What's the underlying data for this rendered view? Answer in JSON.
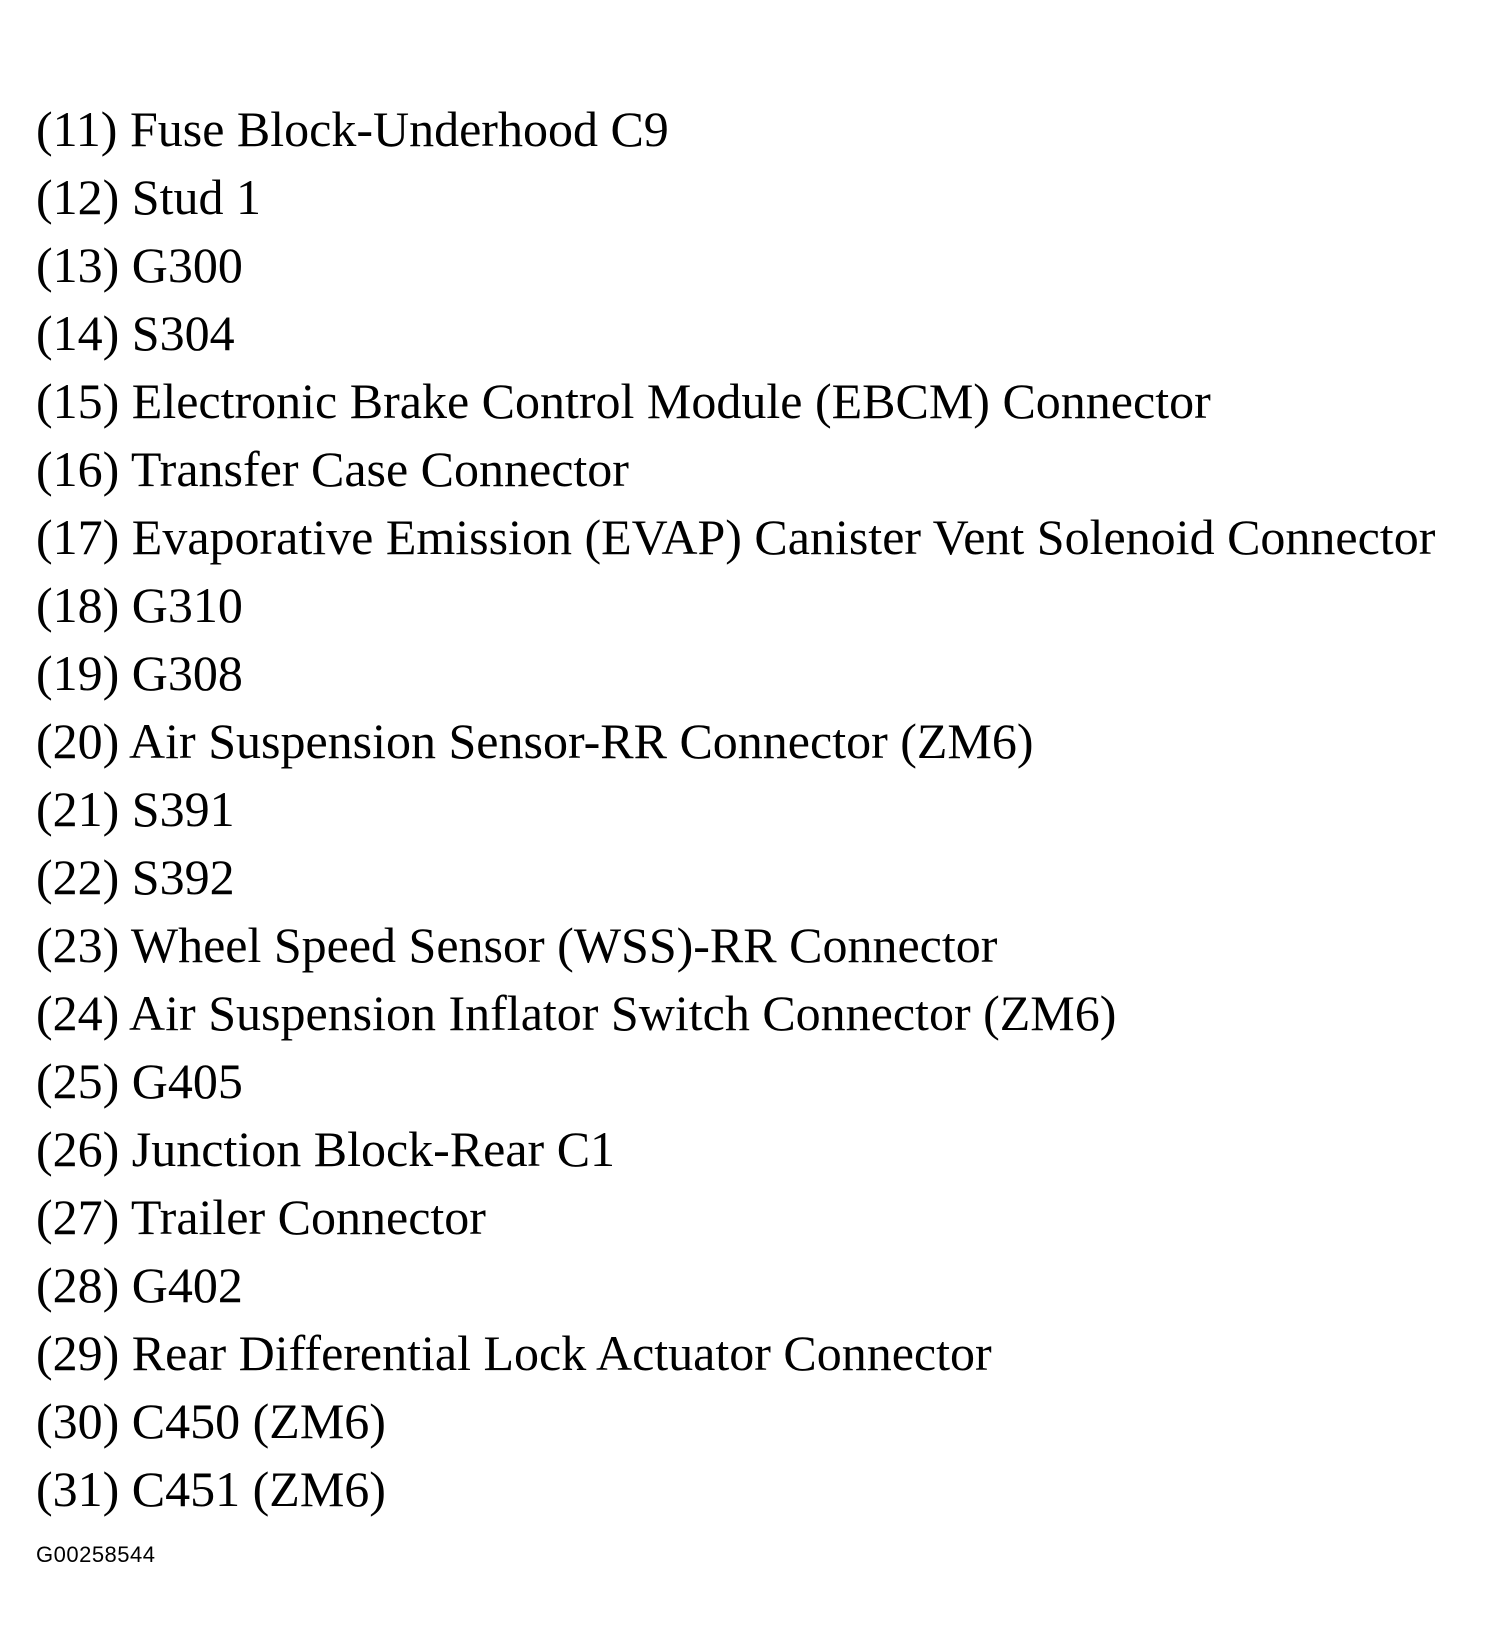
{
  "legend": {
    "items": [
      "(11) Fuse Block-Underhood C9",
      "(12) Stud 1",
      "(13) G300",
      "(14) S304",
      "(15) Electronic Brake Control Module (EBCM) Connector",
      "(16) Transfer Case Connector",
      "(17) Evaporative Emission (EVAP) Canister Vent Solenoid Connector",
      "(18) G310",
      "(19) G308",
      "(20) Air Suspension Sensor-RR Connector (ZM6)",
      "(21) S391",
      "(22) S392",
      "(23) Wheel Speed Sensor (WSS)-RR Connector",
      "(24) Air Suspension Inflator Switch Connector (ZM6)",
      "(25) G405",
      "(26) Junction Block-Rear C1",
      "(27) Trailer Connector",
      "(28) G402",
      "(29) Rear Differential Lock Actuator Connector",
      "(30) C450 (ZM6)",
      "(31) C451 (ZM6)"
    ]
  },
  "figure_id": "G00258544"
}
